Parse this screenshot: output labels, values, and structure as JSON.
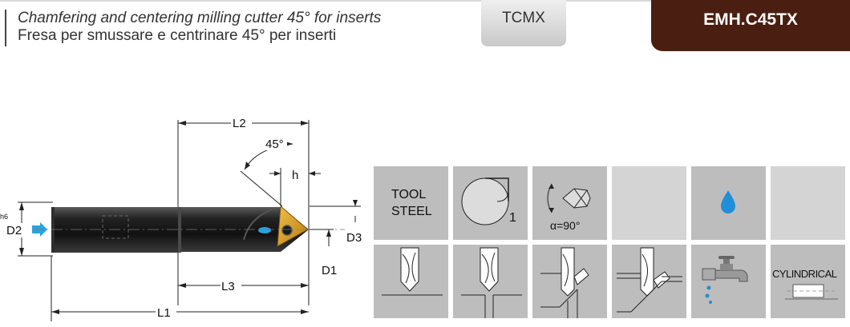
{
  "header": {
    "title_en": "Chamfering and centering milling cutter 45° for inserts",
    "title_it": "Fresa per smussare e centrinare 45° per inserti",
    "insert_type": "TCMX",
    "product_code": "EMH.C45TX"
  },
  "drawing": {
    "labels": {
      "l1": "L1",
      "l2": "L2",
      "l3": "L3",
      "d1": "D1",
      "d2": "D2",
      "d3": "D3",
      "h": "h",
      "angle": "45°",
      "tolerance": "h6"
    }
  },
  "properties": {
    "material": "TOOL\nSTEEL",
    "corner_number": "1",
    "point_angle": "α=90°",
    "shank": "CYLINDRICAL"
  },
  "colors": {
    "brand": "#4a1e10",
    "cell_bg": "#bdbdbd",
    "coolant": "#1e8fd8",
    "insert": "#d99a1f"
  }
}
